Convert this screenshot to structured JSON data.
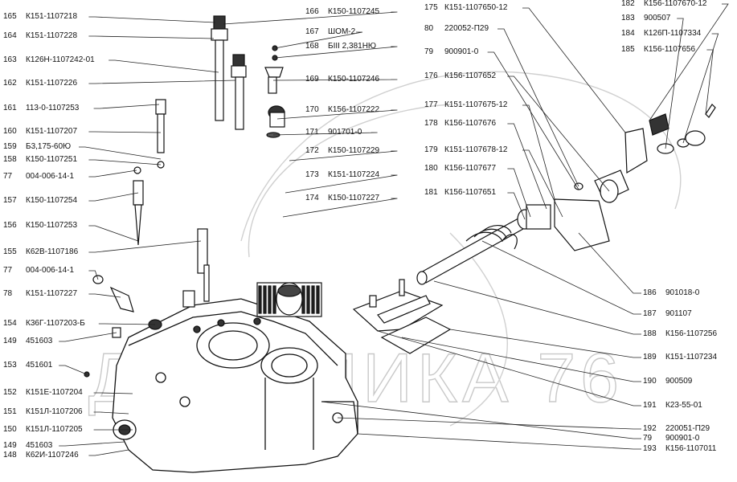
{
  "watermark": "ДИНАМИКА 76",
  "callouts_left": [
    {
      "num": "165",
      "code": "К151-1107218"
    },
    {
      "num": "164",
      "code": "К151-1107228"
    },
    {
      "num": "163",
      "code": "К126Н-1107242-01"
    },
    {
      "num": "162",
      "code": "К151-1107226"
    },
    {
      "num": "161",
      "code": "113-0-1107253"
    },
    {
      "num": "160",
      "code": "К151-1107207"
    },
    {
      "num": "159",
      "code": "Б3,175-60Ю"
    },
    {
      "num": "158",
      "code": "К150-1107251"
    },
    {
      "num": "77",
      "code": "004-006-14-1"
    },
    {
      "num": "157",
      "code": "К150-1107254"
    },
    {
      "num": "156",
      "code": "К150-1107253"
    },
    {
      "num": "155",
      "code": "К62В-1107186"
    },
    {
      "num": "77",
      "code": "004-006-14-1"
    },
    {
      "num": "78",
      "code": "К151-1107227"
    },
    {
      "num": "154",
      "code": "К36Г-1107203-Б"
    },
    {
      "num": "149",
      "code": "451603"
    },
    {
      "num": "153",
      "code": "451601"
    },
    {
      "num": "152",
      "code": "К151Е-1107204"
    },
    {
      "num": "151",
      "code": "К151Л-1107206"
    },
    {
      "num": "150",
      "code": "К151Л-1107205"
    },
    {
      "num": "149",
      "code": "451603"
    },
    {
      "num": "148",
      "code": "К62И-1107246"
    }
  ],
  "callouts_mid": [
    {
      "num": "166",
      "code": "К150-1107245"
    },
    {
      "num": "167",
      "code": "ШОМ-2"
    },
    {
      "num": "168",
      "code": "БIII 2,381НЮ"
    },
    {
      "num": "169",
      "code": "К150-1107246"
    },
    {
      "num": "170",
      "code": "К156-1107222"
    },
    {
      "num": "171",
      "code": "901701-0"
    },
    {
      "num": "172",
      "code": "К150-1107229"
    },
    {
      "num": "173",
      "code": "К151-1107224"
    },
    {
      "num": "174",
      "code": "К150-1107227"
    }
  ],
  "callouts_center": [
    {
      "num": "175",
      "code": "К151-1107650-12"
    },
    {
      "num": "80",
      "code": "220052-П29"
    },
    {
      "num": "79",
      "code": "900901-0"
    },
    {
      "num": "176",
      "code": "К156-1107652"
    },
    {
      "num": "177",
      "code": "К151-1107675-12"
    },
    {
      "num": "178",
      "code": "К156-1107676"
    },
    {
      "num": "179",
      "code": "К151-1107678-12"
    },
    {
      "num": "180",
      "code": "К156-1107677"
    },
    {
      "num": "181",
      "code": "К156-1107651"
    }
  ],
  "callouts_right_top": [
    {
      "num": "182",
      "code": "К156-1107670-12"
    },
    {
      "num": "183",
      "code": "900507"
    },
    {
      "num": "184",
      "code": "К126П-1107334"
    },
    {
      "num": "185",
      "code": "К156-1107656"
    }
  ],
  "callouts_right": [
    {
      "num": "186",
      "code": "901018-0"
    },
    {
      "num": "187",
      "code": "901107"
    },
    {
      "num": "188",
      "code": "К156-1107256"
    },
    {
      "num": "189",
      "code": "К151-1107234"
    },
    {
      "num": "190",
      "code": "900509"
    },
    {
      "num": "191",
      "code": "К23-55-01"
    },
    {
      "num": "192",
      "code": "220051-П29"
    },
    {
      "num": "79",
      "code": "900901-0"
    },
    {
      "num": "193",
      "code": "К156-1107011"
    }
  ]
}
